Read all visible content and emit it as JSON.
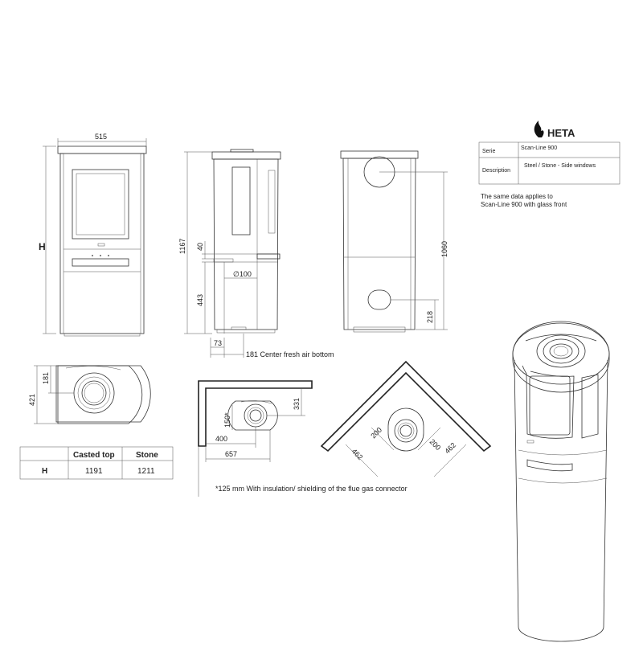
{
  "brand": {
    "name": "HETA",
    "series_label": "Serie",
    "series_value": "Scan-Line 900",
    "description_label": "Description",
    "description_value": "Steel / Stone - Side windows",
    "note_line1": "The same data applies to",
    "note_line2": "Scan-Line 900 with glass front"
  },
  "front_view": {
    "width": "515",
    "height_label": "H"
  },
  "side_view": {
    "total_height": "1167",
    "dim_40": "40",
    "dim_443": "443",
    "diameter": "∅100",
    "dim_73": "73",
    "fresh_air": "181 Center fresh air bottom"
  },
  "back_view": {
    "dim_1060": "1060",
    "dim_218": "218"
  },
  "top_view": {
    "dim_181": "181",
    "dim_421": "421"
  },
  "wall_view": {
    "dim_331": "331",
    "dim_150": "150*",
    "dim_400": "400",
    "dim_657": "657"
  },
  "corner_view": {
    "dim_462_left": "462",
    "dim_200_left": "200",
    "dim_200_right": "200",
    "dim_462_right": "462"
  },
  "height_table": {
    "headers": [
      "",
      "Casted top",
      "Stone"
    ],
    "row_label": "H",
    "values": [
      "1191",
      "1211"
    ]
  },
  "footnote": "*125 mm With insulation/ shielding of the flue gas connector"
}
